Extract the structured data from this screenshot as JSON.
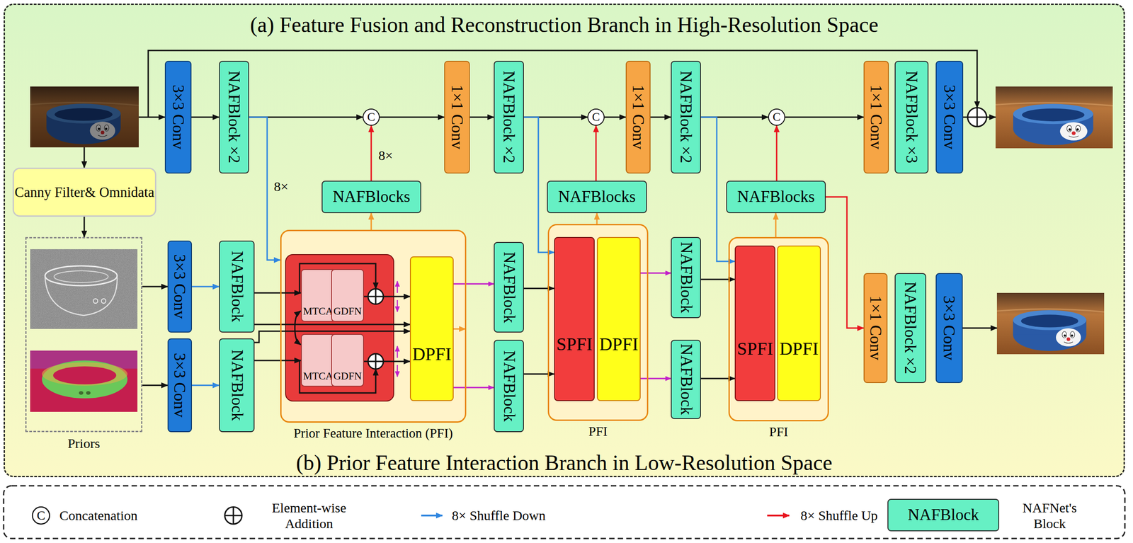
{
  "diagram": {
    "nodes": [
      {
        "text": [
          "(a) Feature Fusion and Reconstruction Branch in High-Resolution Space",
          "(b) Prior Feature Interaction Branch in Low-Resolution Space"
        ]
      },
      {
        "text": [
          "Canny Filter& Omnidata"
        ],
        "in": 0
      },
      {
        "text": [
          "Priors"
        ],
        "in": 0
      },
      {
        "text": [
          "3×3 Conv"
        ],
        "in": 0
      },
      {
        "text": [
          "NAFBlock ×2"
        ],
        "in": 0
      },
      {
        "text": [
          "C"
        ],
        "in": 0
      },
      {
        "text": [
          "1×1 Conv"
        ],
        "in": 0
      },
      {
        "text": [
          "NAFBlock ×2"
        ],
        "in": 0
      },
      {
        "text": [
          "C"
        ],
        "in": 0
      },
      {
        "text": [
          "1×1 Conv"
        ],
        "in": 0
      },
      {
        "text": [
          "NAFBlock ×2"
        ],
        "in": 0
      },
      {
        "text": [
          "C"
        ],
        "in": 0
      },
      {
        "text": [
          "1×1 Conv"
        ],
        "in": 0
      },
      {
        "text": [
          "NAFBlock ×3"
        ],
        "in": 0
      },
      {
        "text": [
          "3×3 Conv"
        ],
        "in": 0
      },
      {
        "text": [
          "NAFBlocks"
        ],
        "in": 0
      },
      {
        "text": [
          "NAFBlocks"
        ],
        "in": 0
      },
      {
        "text": [
          "NAFBlocks"
        ],
        "in": 0
      },
      {
        "text": [
          "3×3 Conv"
        ],
        "in": 0
      },
      {
        "text": [
          "NAFBlock"
        ],
        "in": 0
      },
      {
        "text": [
          "3×3 Conv"
        ],
        "in": 0
      },
      {
        "text": [
          "NAFBlock"
        ],
        "in": 0
      },
      {
        "text": [
          "Prior Feature Interaction (PFI)"
        ],
        "in": 0
      },
      {
        "text": [
          "MTCA"
        ],
        "in": 22
      },
      {
        "text": [
          "GDFN"
        ],
        "in": 22
      },
      {
        "text": [
          "MTCA"
        ],
        "in": 22
      },
      {
        "text": [
          "GDFN"
        ],
        "in": 22
      },
      {
        "text": [
          "DPFI"
        ],
        "in": 22
      },
      {
        "text": [
          "NAFBlock"
        ],
        "in": 0
      },
      {
        "text": [
          "NAFBlock"
        ],
        "in": 0
      },
      {
        "text": [
          "PFI"
        ],
        "in": 0
      },
      {
        "text": [
          "SPFI"
        ],
        "in": 30
      },
      {
        "text": [
          "DPFI"
        ],
        "in": 30
      },
      {
        "text": [
          "NAFBlock"
        ],
        "in": 0
      },
      {
        "text": [
          "NAFBlock"
        ],
        "in": 0
      },
      {
        "text": [
          "PFI"
        ],
        "in": 0
      },
      {
        "text": [
          "SPFI"
        ],
        "in": 35
      },
      {
        "text": [
          "DPFI"
        ],
        "in": 35
      },
      {
        "text": [
          "1×1 Conv"
        ],
        "in": 0
      },
      {
        "text": [
          "NAFBlock ×2"
        ],
        "in": 0
      },
      {
        "text": [
          "3×3 Conv"
        ],
        "in": 0
      }
    ],
    "edges": [
      {
        "from": 1,
        "to": 2,
        "arrow": "to"
      },
      {
        "from": 2,
        "to": 18,
        "arrow": "to"
      },
      {
        "from": 2,
        "to": 20,
        "arrow": "to"
      },
      {
        "from": 3,
        "to": 4,
        "arrow": "to"
      },
      {
        "from": 4,
        "to": 5,
        "arrow": "to"
      },
      {
        "from": 5,
        "to": 6,
        "arrow": "to"
      },
      {
        "from": 6,
        "to": 7,
        "arrow": "to"
      },
      {
        "from": 7,
        "to": 8,
        "arrow": "to"
      },
      {
        "from": 8,
        "to": 9,
        "arrow": "to"
      },
      {
        "from": 9,
        "to": 10,
        "arrow": "to"
      },
      {
        "from": 10,
        "to": 11,
        "arrow": "to"
      },
      {
        "from": 11,
        "to": 12,
        "arrow": "to"
      },
      {
        "from": 15,
        "to": 5,
        "arrow": "to",
        "label": "8×"
      },
      {
        "from": 16,
        "to": 8,
        "arrow": "to"
      },
      {
        "from": 17,
        "to": 11,
        "arrow": "to"
      },
      {
        "from": 18,
        "to": 19,
        "arrow": "to"
      },
      {
        "from": 20,
        "to": 21,
        "arrow": "to"
      },
      {
        "from": 4,
        "to": 22,
        "arrow": "to",
        "label": "8×"
      },
      {
        "from": 19,
        "to": 23,
        "arrow": "to"
      },
      {
        "from": 21,
        "to": 25,
        "arrow": "to"
      },
      {
        "from": 19,
        "to": 27,
        "arrow": "to"
      },
      {
        "from": 21,
        "to": 27,
        "arrow": "to"
      },
      {
        "from": 23,
        "to": 25,
        "arrow": "both"
      },
      {
        "from": 24,
        "to": 27,
        "arrow": "to"
      },
      {
        "from": 26,
        "to": 27,
        "arrow": "to"
      },
      {
        "from": 22,
        "to": 15,
        "arrow": "to"
      },
      {
        "from": 27,
        "to": 28,
        "arrow": "to"
      },
      {
        "from": 27,
        "to": 29,
        "arrow": "to"
      },
      {
        "from": 7,
        "to": 31,
        "arrow": "to"
      },
      {
        "from": 28,
        "to": 31,
        "arrow": "to"
      },
      {
        "from": 29,
        "to": 31,
        "arrow": "to"
      },
      {
        "from": 30,
        "to": 16,
        "arrow": "to"
      },
      {
        "from": 32,
        "to": 33,
        "arrow": "to"
      },
      {
        "from": 32,
        "to": 34,
        "arrow": "to"
      },
      {
        "from": 10,
        "to": 36,
        "arrow": "to"
      },
      {
        "from": 33,
        "to": 36,
        "arrow": "to"
      },
      {
        "from": 34,
        "to": 36,
        "arrow": "to"
      },
      {
        "from": 35,
        "to": 17,
        "arrow": "to"
      },
      {
        "from": 17,
        "to": 38,
        "arrow": "to"
      }
    ],
    "labels": [
      "C",
      "NAFBlock"
    ],
    "legend": [
      {
        "text": "Concatenation"
      },
      {
        "text": "Element-wise Addition"
      },
      {
        "text": "8× Shuffle Down"
      },
      {
        "text": "8× Shuffle Up"
      },
      {
        "text": "NAFNet's Block",
        "color": "#66f0c4"
      }
    ]
  }
}
